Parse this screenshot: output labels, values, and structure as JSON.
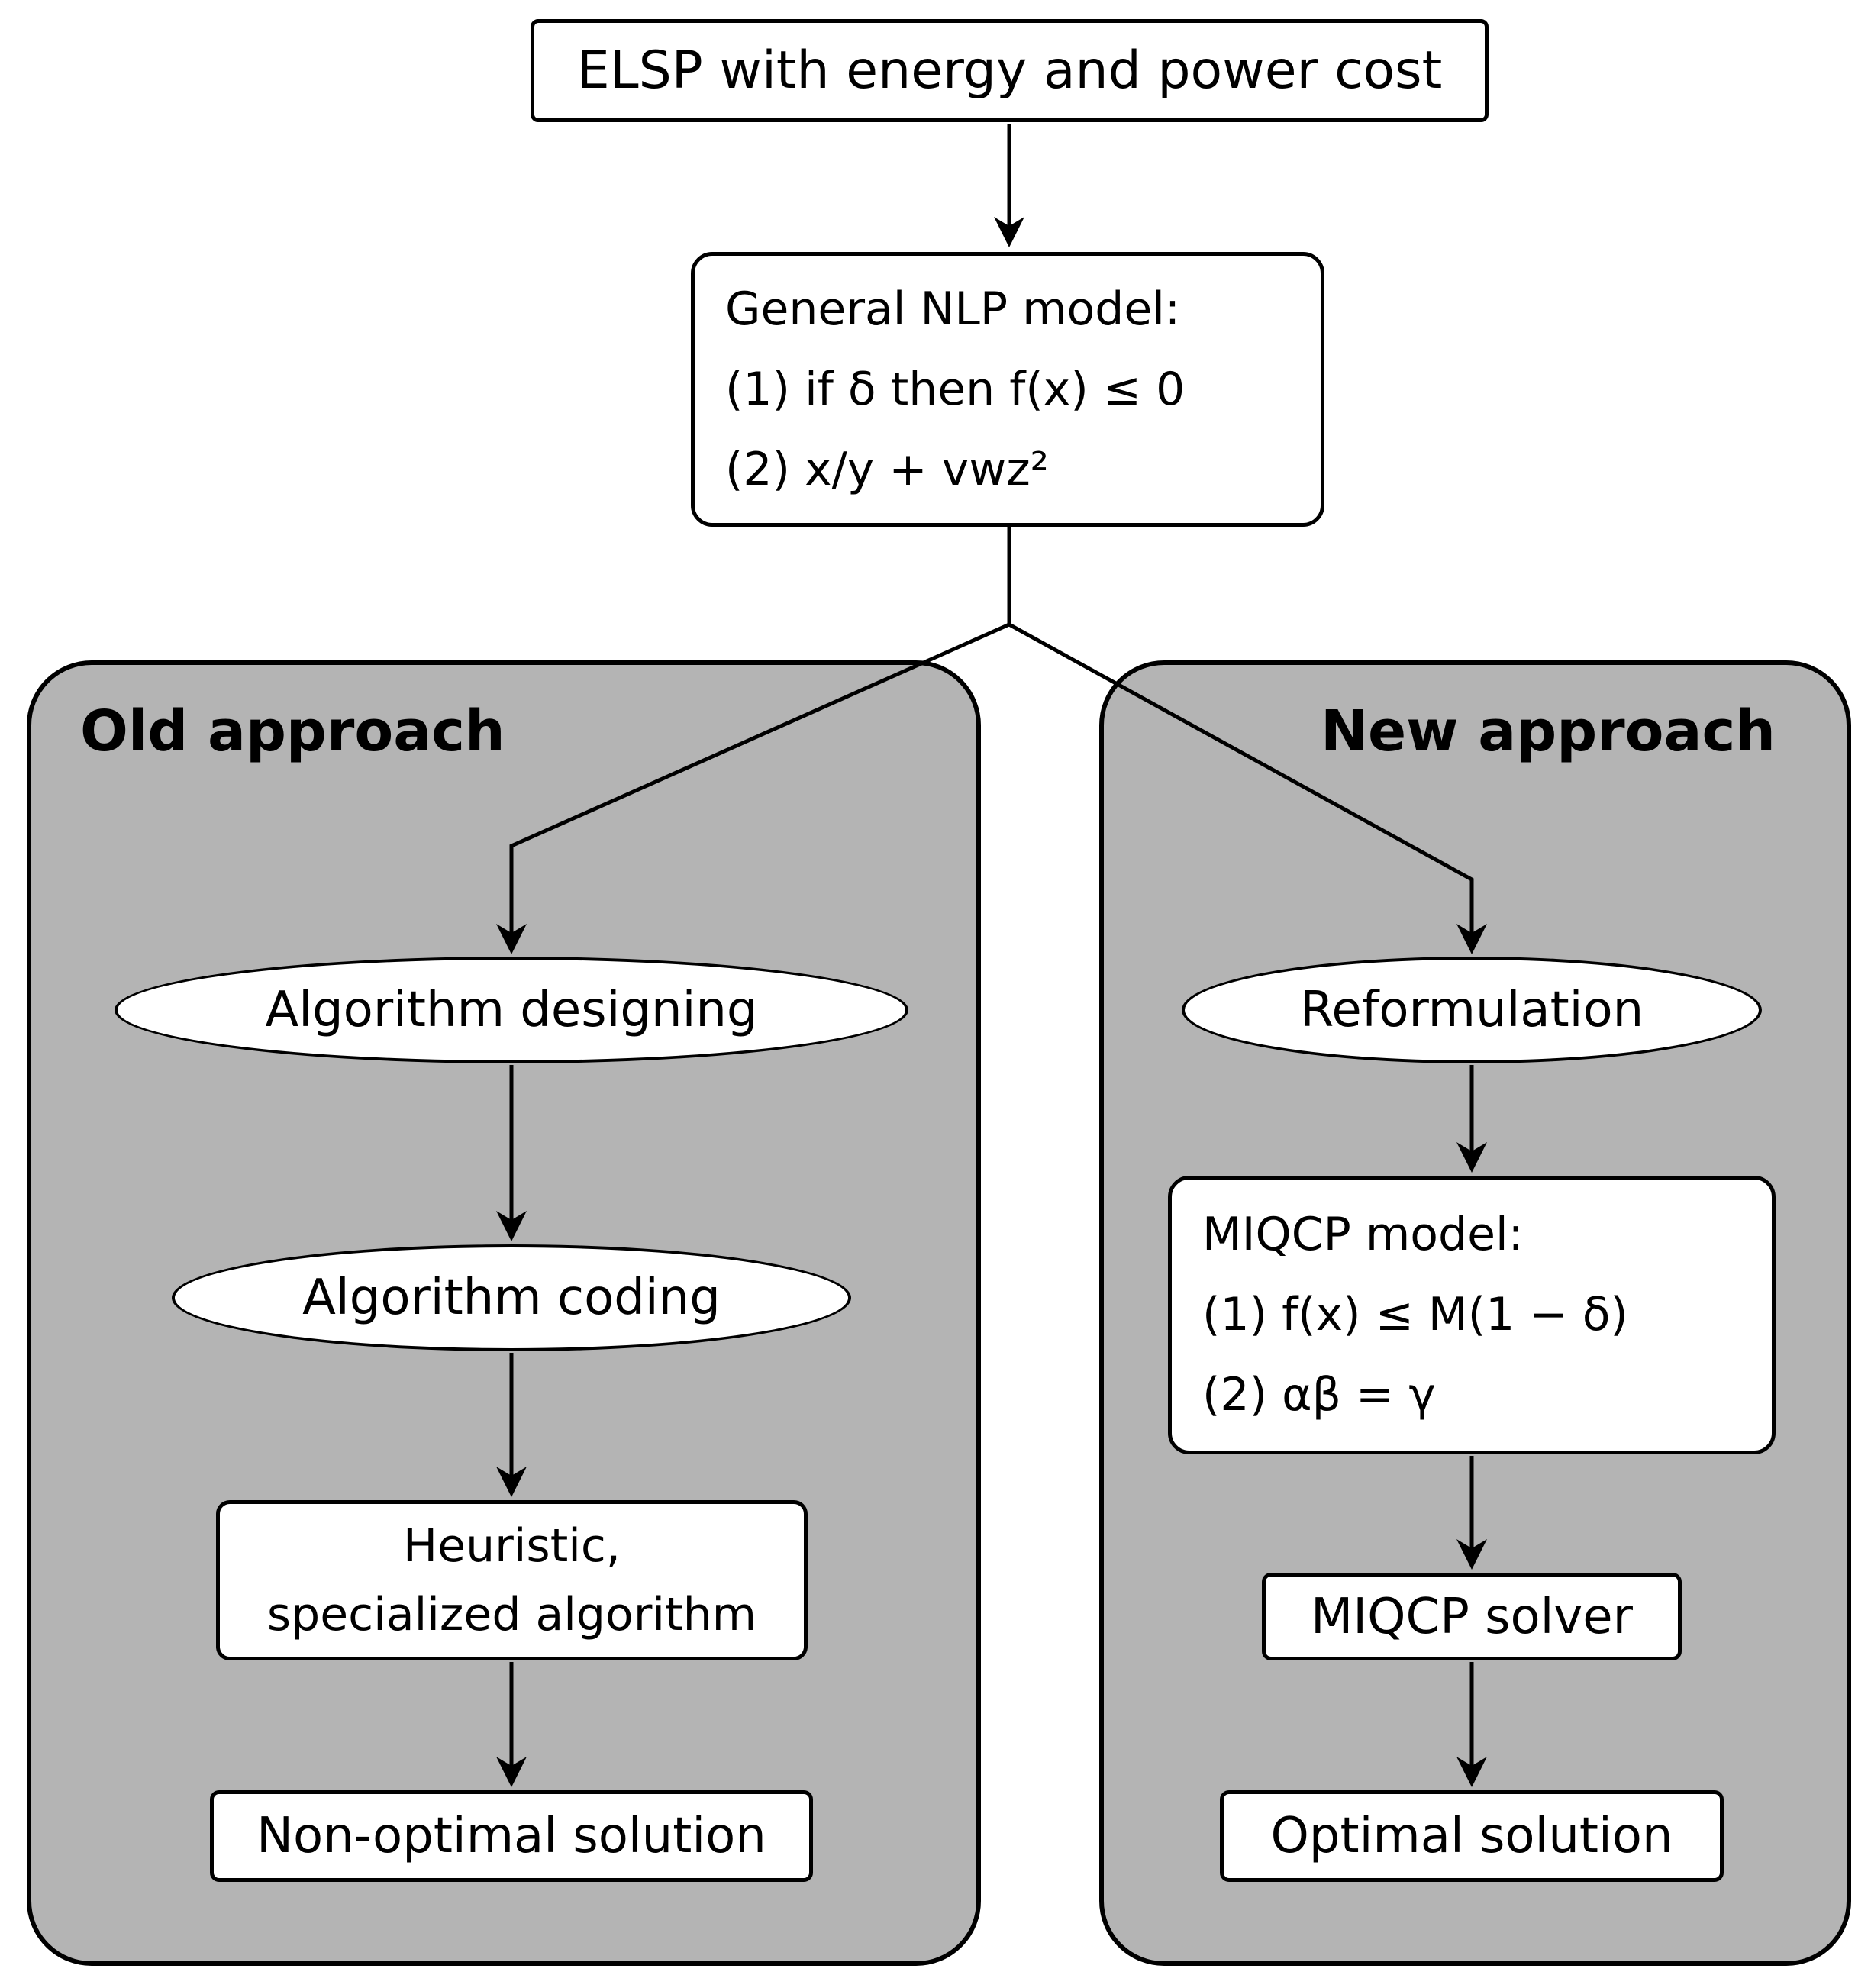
{
  "colors": {
    "container_fill": "#b4b4b4",
    "node_fill": "#ffffff",
    "stroke": "#000000"
  },
  "nodes": {
    "elsp": "ELSP with energy and power cost",
    "nlp": {
      "title": "General NLP model:",
      "item1": "(1) if δ then f(x) ≤ 0",
      "item2": "(2) x/y + vwz²"
    },
    "old_approach": {
      "title": "Old approach",
      "algorithm_designing": "Algorithm designing",
      "algorithm_coding": "Algorithm coding",
      "heuristic_line1": "Heuristic,",
      "heuristic_line2": "specialized algorithm",
      "result": "Non-optimal solution"
    },
    "new_approach": {
      "title": "New approach",
      "reformulation": "Reformulation",
      "miqcp_model": {
        "title": "MIQCP model:",
        "item1": "(1) f(x) ≤ M(1 − δ)",
        "item2": "(2) αβ = γ"
      },
      "miqcp_solver": "MIQCP solver",
      "result": "Optimal solution"
    }
  }
}
